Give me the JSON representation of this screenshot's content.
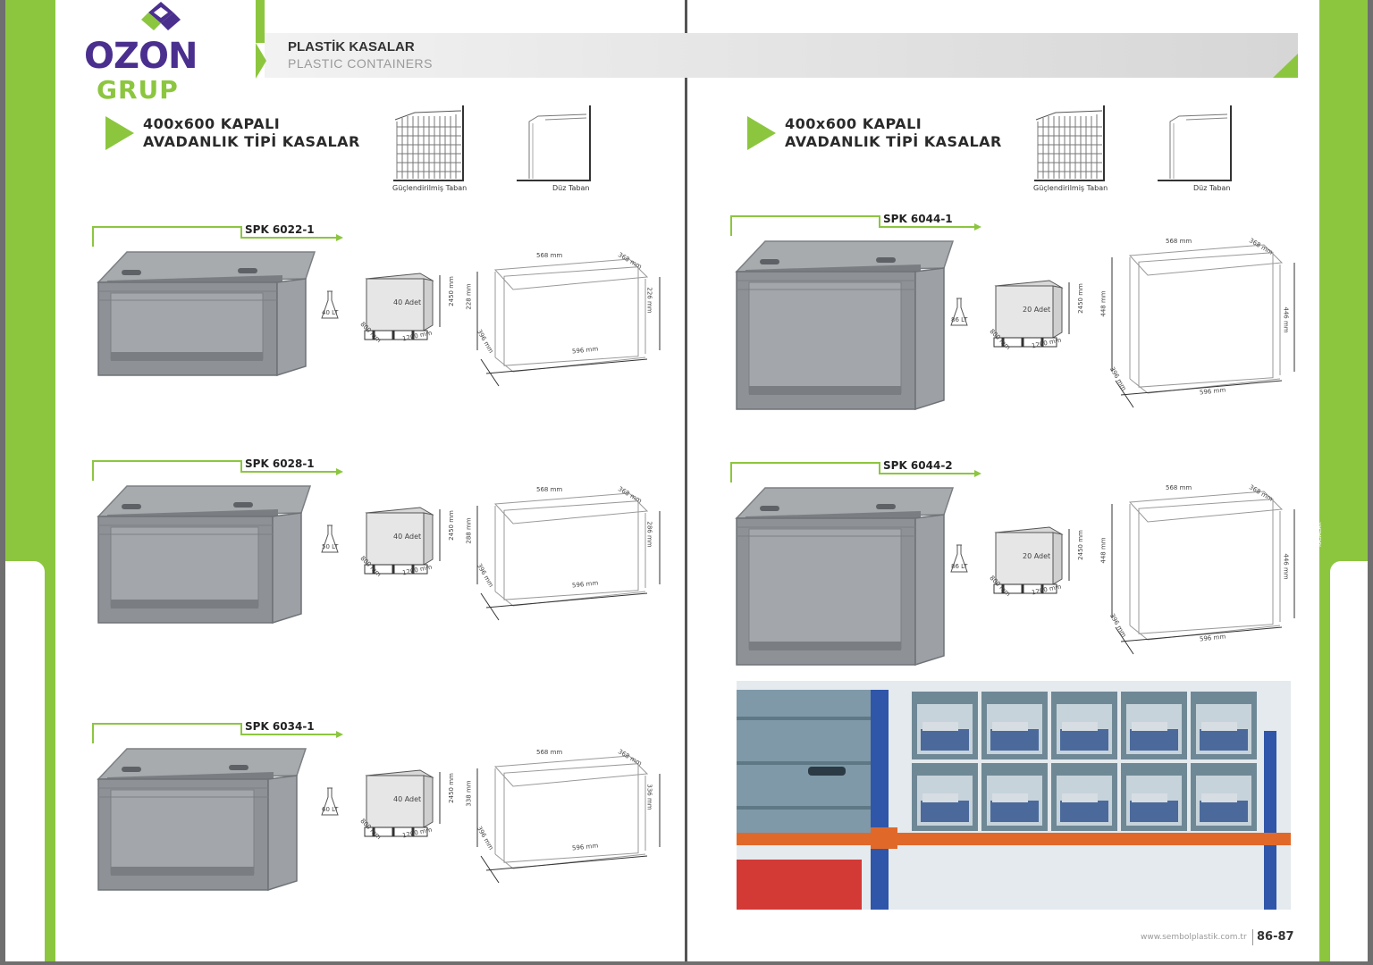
{
  "brand": {
    "name": "OZON",
    "sub": "GRUP"
  },
  "header": {
    "title": "PLASTİK KASALAR",
    "subtitle": "PLASTIC CONTAINERS"
  },
  "section": {
    "title_line1": "400x600 KAPALI",
    "title_line2": "AVADANLIK TİPİ KASALAR"
  },
  "bases": {
    "reinforced": "Güçlendirilmiş Taban",
    "flat": "Düz Taban"
  },
  "side_tab": {
    "line1": "PLASTİK",
    "line2": "KASALAR"
  },
  "footer": {
    "url": "www.sembolplastik.com.tr",
    "pages": "86-87"
  },
  "products": [
    {
      "code": "SPK 6022-1",
      "volume": "40 LT",
      "pallet_qty": "40 Adet",
      "pallet_h": "2450 mm",
      "pallet_w": "1200 mm",
      "pallet_d": "800 mm",
      "top_w": "568 mm",
      "top_d": "368 mm",
      "h_left": "228 mm",
      "h_right": "226 mm",
      "base_w": "596 mm",
      "base_d": "396 mm"
    },
    {
      "code": "SPK 6028-1",
      "volume": "50 LT",
      "pallet_qty": "40 Adet",
      "pallet_h": "2450 mm",
      "pallet_w": "1200 mm",
      "pallet_d": "800 mm",
      "top_w": "568 mm",
      "top_d": "368 mm",
      "h_left": "288 mm",
      "h_right": "286 mm",
      "base_w": "596 mm",
      "base_d": "396 mm"
    },
    {
      "code": "SPK 6034-1",
      "volume": "60 LT",
      "pallet_qty": "40 Adet",
      "pallet_h": "2450 mm",
      "pallet_w": "1200 mm",
      "pallet_d": "800 mm",
      "top_w": "568 mm",
      "top_d": "368 mm",
      "h_left": "338 mm",
      "h_right": "336 mm",
      "base_w": "596 mm",
      "base_d": "396 mm"
    },
    {
      "code": "SPK 6044-1",
      "volume": "86 LT",
      "pallet_qty": "20 Adet",
      "pallet_h": "2450 mm",
      "pallet_w": "1200 mm",
      "pallet_d": "800 mm",
      "top_w": "568 mm",
      "top_d": "368 mm",
      "h_left": "448 mm",
      "h_right": "446 mm",
      "base_w": "596 mm",
      "base_d": "396 mm"
    },
    {
      "code": "SPK 6044-2",
      "volume": "86 LT",
      "pallet_qty": "20 Adet",
      "pallet_h": "2450 mm",
      "pallet_w": "1200 mm",
      "pallet_d": "800 mm",
      "top_w": "568 mm",
      "top_d": "368 mm",
      "h_left": "448 mm",
      "h_right": "446 mm",
      "base_w": "596 mm",
      "base_d": "396 mm"
    }
  ],
  "colors": {
    "accent": "#8cc63f",
    "crate": "#8e9296",
    "logo_blue": "#4a2f8f"
  }
}
